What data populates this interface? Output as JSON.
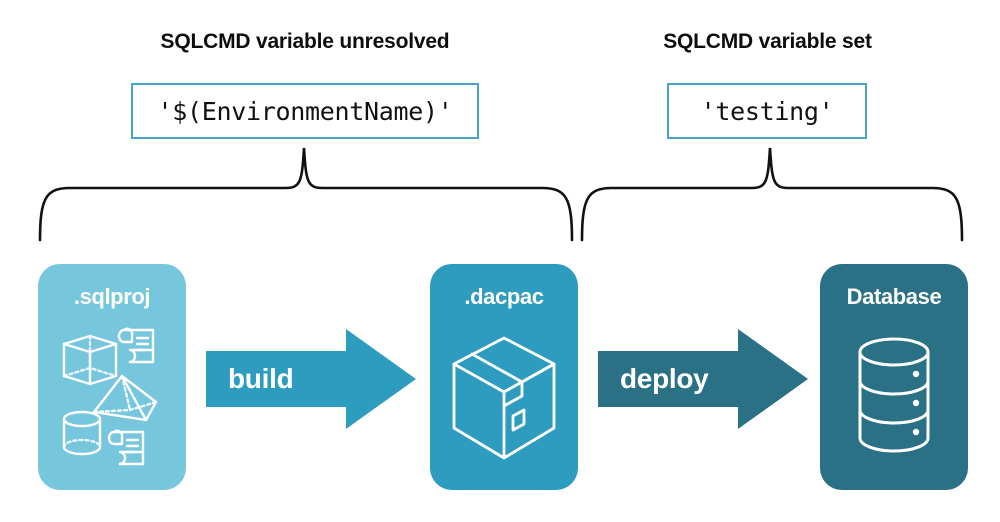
{
  "diagram": {
    "title_left": "SQLCMD variable unresolved",
    "title_right": "SQLCMD variable set",
    "code_left": "'$(EnvironmentName)'",
    "code_right": "'testing'",
    "stages": [
      {
        "label": ".sqlproj",
        "icon": "sql-objects-icon",
        "color": "#76C6DE"
      },
      {
        "label": ".dacpac",
        "icon": "package-box-icon",
        "color": "#2E9CBF"
      },
      {
        "label": "Database",
        "icon": "database-cylinder-icon",
        "color": "#2A7186"
      }
    ],
    "arrows": [
      {
        "label": "build",
        "color": "#2E9CBF"
      },
      {
        "label": "deploy",
        "color": "#2A7186"
      }
    ],
    "brace_color": "#111111",
    "codebox_border_color": "#49A5C4",
    "heading_color": "#0d0d0d"
  }
}
